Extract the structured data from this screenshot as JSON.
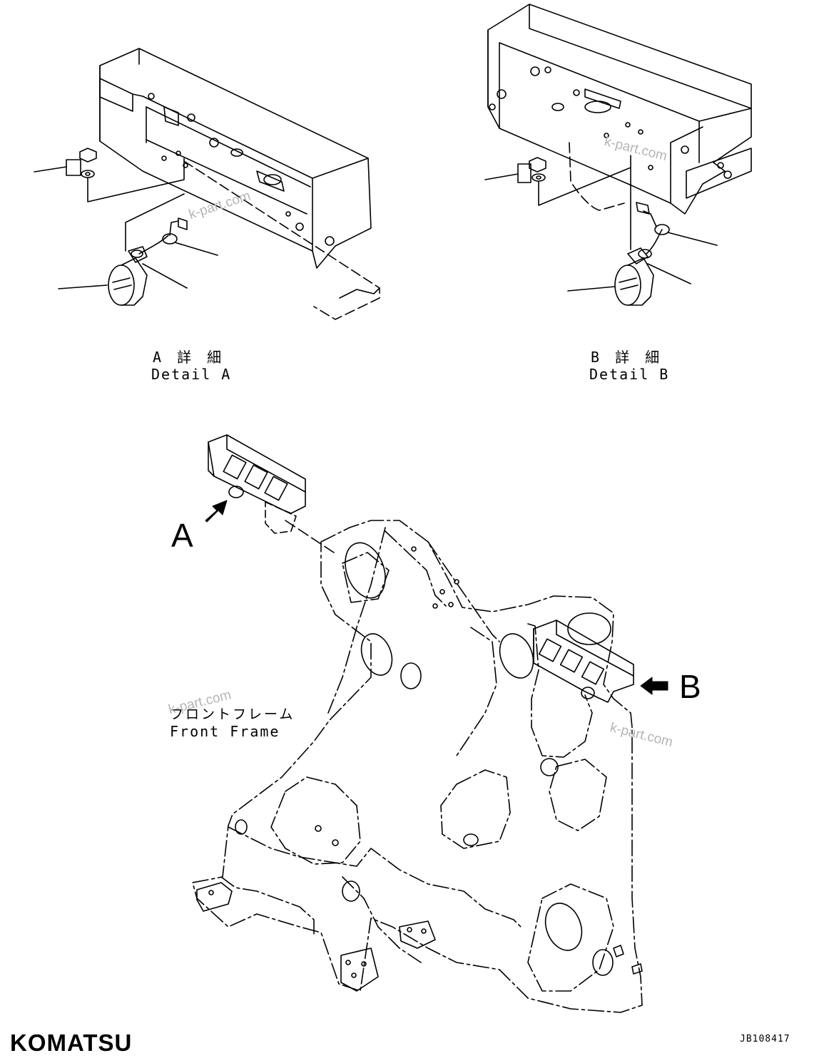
{
  "details": {
    "a": {
      "title_jp": "A 詳 細",
      "title_en": "Detail A"
    },
    "b": {
      "title_jp": "B 詳 細",
      "title_en": "Detail B"
    }
  },
  "main": {
    "label_a": "A",
    "label_b": "B",
    "frame_jp": "フロントフレーム",
    "frame_en": "Front Frame"
  },
  "watermark": "k-part.com",
  "footer": {
    "brand": "KOMATSU",
    "drawing_code": "JB108417"
  },
  "icons": [
    "arrow-right-icon",
    "arrow-left-icon"
  ],
  "colors": {
    "ink": "#000000",
    "paper": "#ffffff",
    "watermark": "#b5b5b5"
  }
}
